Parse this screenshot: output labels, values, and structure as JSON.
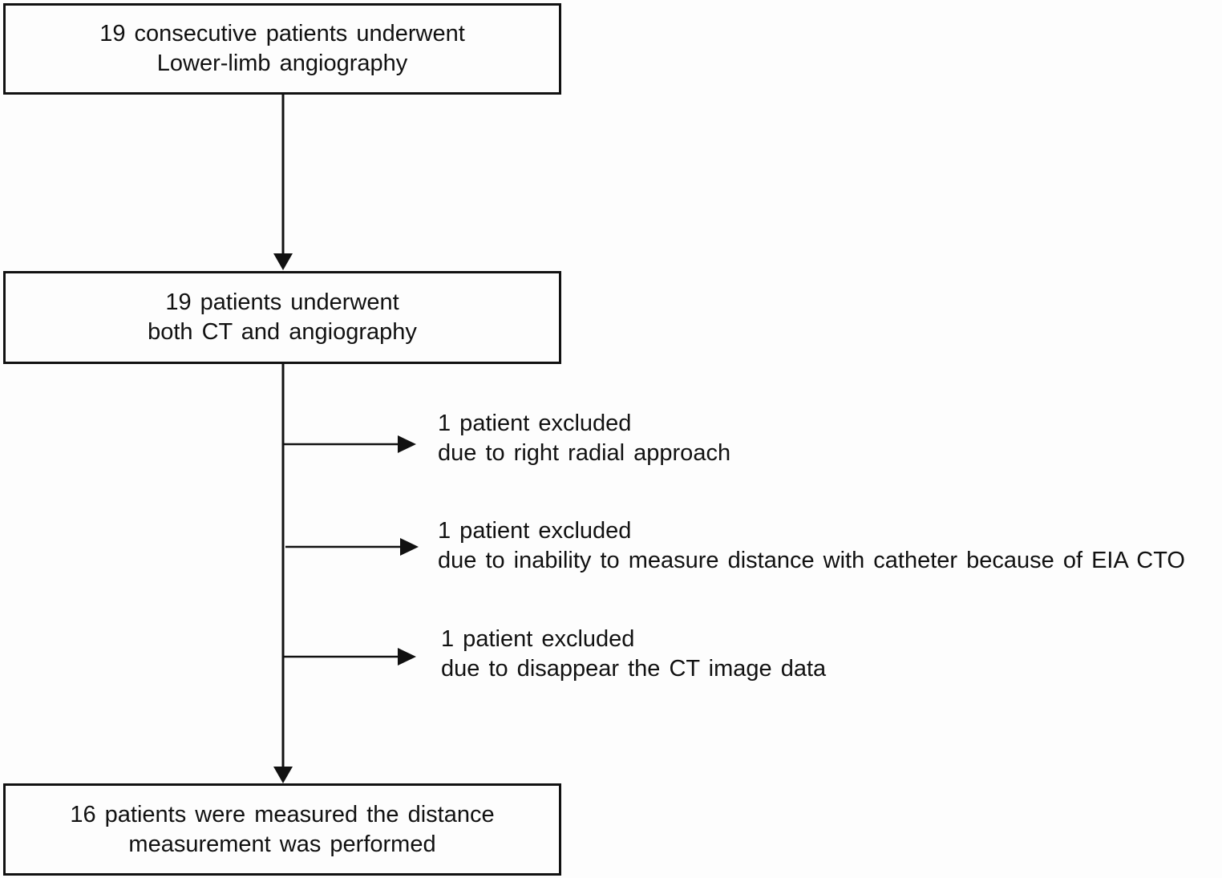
{
  "boxes": {
    "start": {
      "line1": "19 consecutive patients underwent",
      "line2": "Lower-limb angiography"
    },
    "middle": {
      "line1": "19 patients underwent",
      "line2": "both CT and angiography"
    },
    "end": {
      "line1": "16 patients were measured the distance",
      "line2": "measurement was performed"
    }
  },
  "exclusions": [
    {
      "line1": "1 patient excluded",
      "line2": "due to right radial approach"
    },
    {
      "line1": "1 patient excluded",
      "line2": "due to inability to measure distance with catheter because of EIA CTO"
    },
    {
      "line1": "1 patient excluded",
      "line2": "due to disappear the CT image data"
    }
  ],
  "colors": {
    "line": "#111111",
    "background": "#fdfdfd"
  }
}
